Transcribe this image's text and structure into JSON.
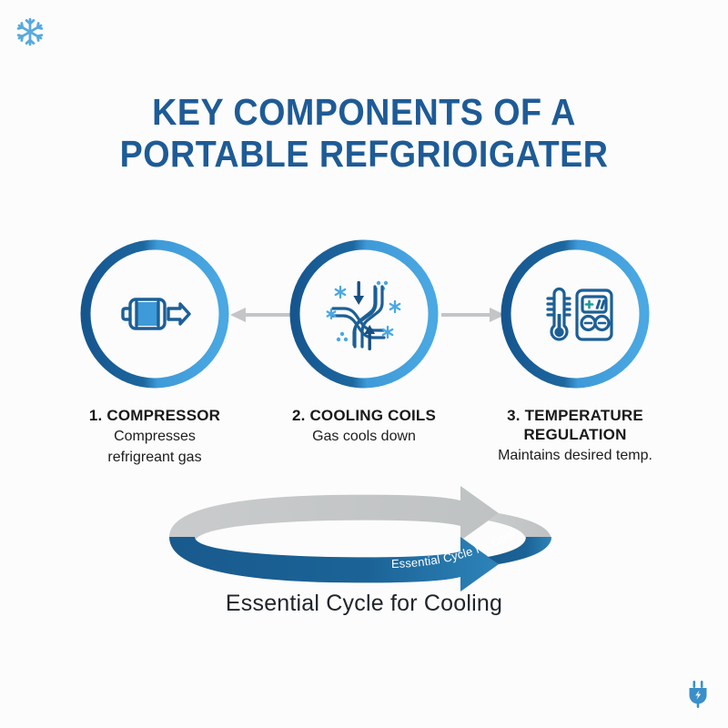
{
  "background_color": "#fcfcfc",
  "brand": {
    "dark_blue": "#1b5a93",
    "mid_blue": "#2a7ab8",
    "light_blue": "#44a3de",
    "band_blue": "#1b5d91",
    "band_gray": "#c6c8c9",
    "arrow_gray": "#c3c5c6",
    "text_dark": "#191919"
  },
  "decorations": {
    "top_left_icon": "snowflake-icon",
    "bottom_right_icon": "power-plug-icon"
  },
  "header": {
    "title_line_1": "KEY COMPONENTS OF A",
    "title_line_2": "PORTABLE REFGRIOIGATER"
  },
  "steps": [
    {
      "number": "1",
      "icon": "compressor-icon",
      "title": "1. COMPRESSOR",
      "description_line_1": "Compresses",
      "description_line_2": "refrigreant gas"
    },
    {
      "number": "2",
      "icon": "cooling-coils-icon",
      "title": "2. COOLING COILS",
      "description_line_1": "Gas cools down",
      "description_line_2": ""
    },
    {
      "number": "3",
      "icon": "temperature-regulation-icon",
      "title_line_1": "3. TEMPERATURE",
      "title_line_2": "REGULATION",
      "description_line_1": "Maintains desired temp.",
      "description_line_2": ""
    }
  ],
  "connectors": {
    "left_arrow_direction": "left",
    "right_arrow_direction": "right"
  },
  "cycle": {
    "band_label": "Essential Cycle for Cooling",
    "caption": "Essential Cycle for Cooling"
  }
}
